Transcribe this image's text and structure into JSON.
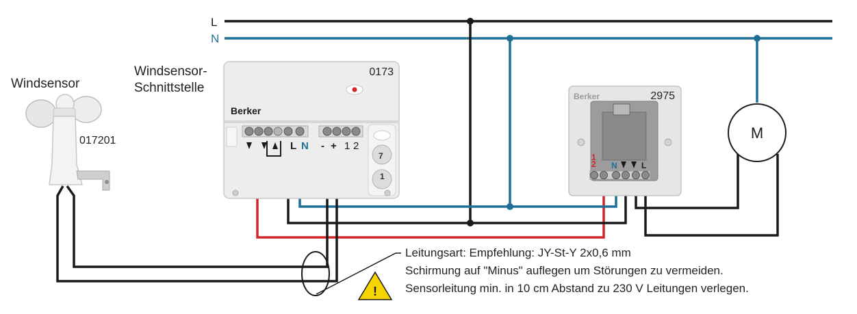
{
  "bus": {
    "l_label": "L",
    "n_label": "N"
  },
  "wind_sensor": {
    "title": "Windsensor",
    "part_number": "017201"
  },
  "interface": {
    "title_line1": "Windsensor-",
    "title_line2": "Schnittstelle",
    "part_number": "0173",
    "brand": "Berker",
    "terminal_L": "L",
    "terminal_N": "N",
    "sensor_minus": "-",
    "sensor_plus": "+",
    "sensor_1": "1",
    "sensor_2": "2",
    "knob_a": "7",
    "knob_b": "1"
  },
  "insert": {
    "part_number": "2975",
    "brand": "Berker",
    "term_1": "1",
    "term_2": "2",
    "term_N": "N",
    "term_L": "L"
  },
  "motor": {
    "label": "M"
  },
  "notes": {
    "line1": "Leitungsart: Empfehlung: JY-St-Y 2x0,6 mm",
    "line2": "Schirmung auf \"Minus\" auflegen um Störungen zu vermeiden.",
    "line3": "Sensorleitung min. in 10 cm Abstand zu 230 V Leitungen verlegen.",
    "warning_symbol": "!"
  },
  "colors": {
    "phase": "#1a1a1a",
    "neutral": "#1f6f96",
    "signal": "#d0262b",
    "warning": "#f5d400"
  }
}
